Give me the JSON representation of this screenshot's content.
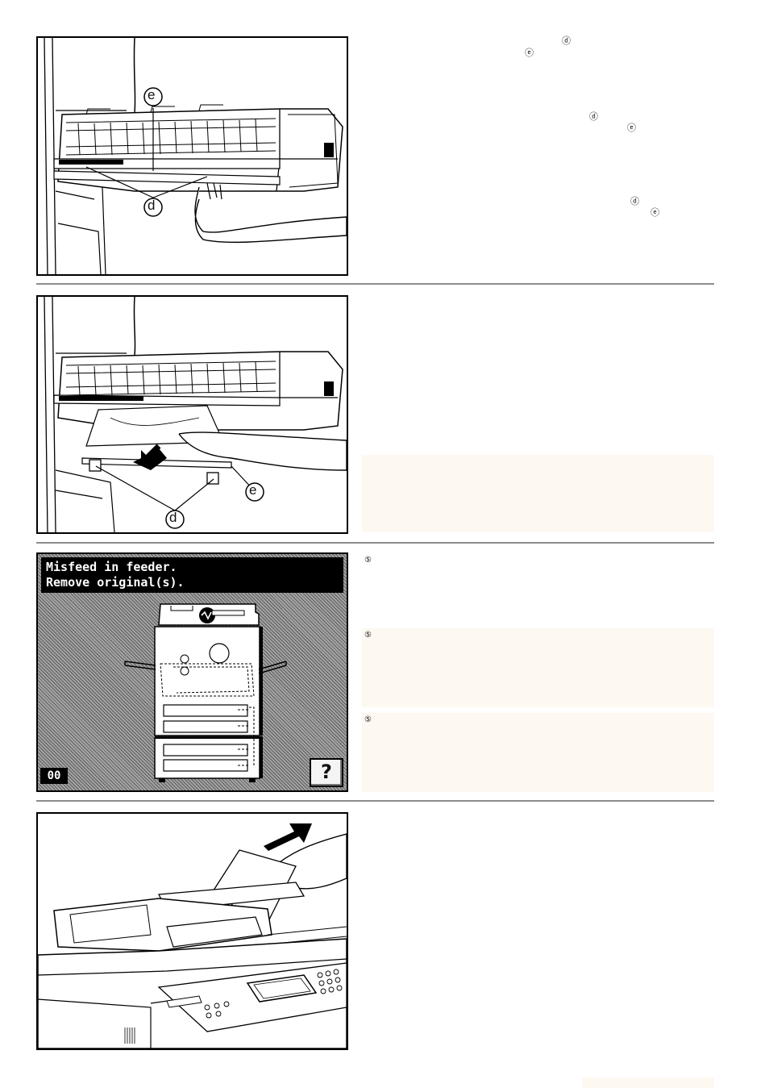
{
  "figure1": {
    "callouts": [
      "e",
      "d"
    ]
  },
  "figure2": {
    "callouts": [
      "e",
      "d"
    ]
  },
  "text_markers": {
    "block1": [
      "ⓓ",
      "ⓔ",
      "ⓓ",
      "ⓔ",
      "ⓓ",
      "ⓔ"
    ],
    "step5": [
      "⑤",
      "⑤",
      "⑤"
    ]
  },
  "screen": {
    "message_line1": "Misfeed in feeder.",
    "message_line2": "Remove original(s).",
    "counter": "00",
    "help_label": "?"
  },
  "colors": {
    "note_background": "#fdf8f1",
    "rule": "#8c8c8c",
    "lcd_background": "#8a8a8a"
  }
}
